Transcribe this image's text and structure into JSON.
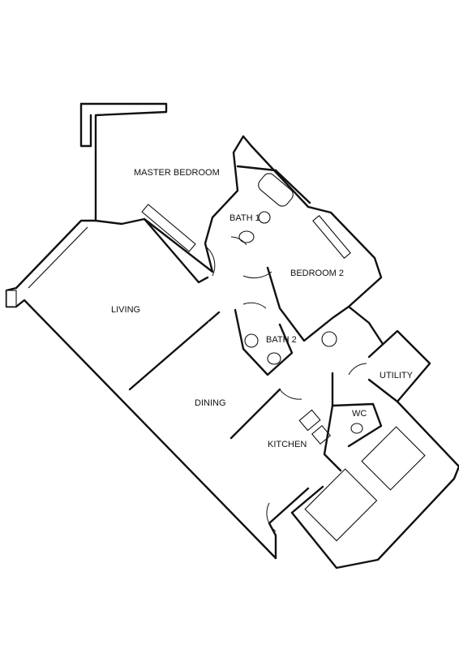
{
  "rooms": {
    "master_bedroom": "MASTER BEDROOM",
    "bath_1": "BATH 1",
    "bedroom_2": "BEDROOM 2",
    "living": "LIVING",
    "bath_2": "BATH 2",
    "utility": "UTILITY",
    "dining": "DINING",
    "wc": "WC",
    "kitchen": "KITCHEN"
  },
  "colors": {
    "line": "#111111",
    "background": "#ffffff"
  }
}
